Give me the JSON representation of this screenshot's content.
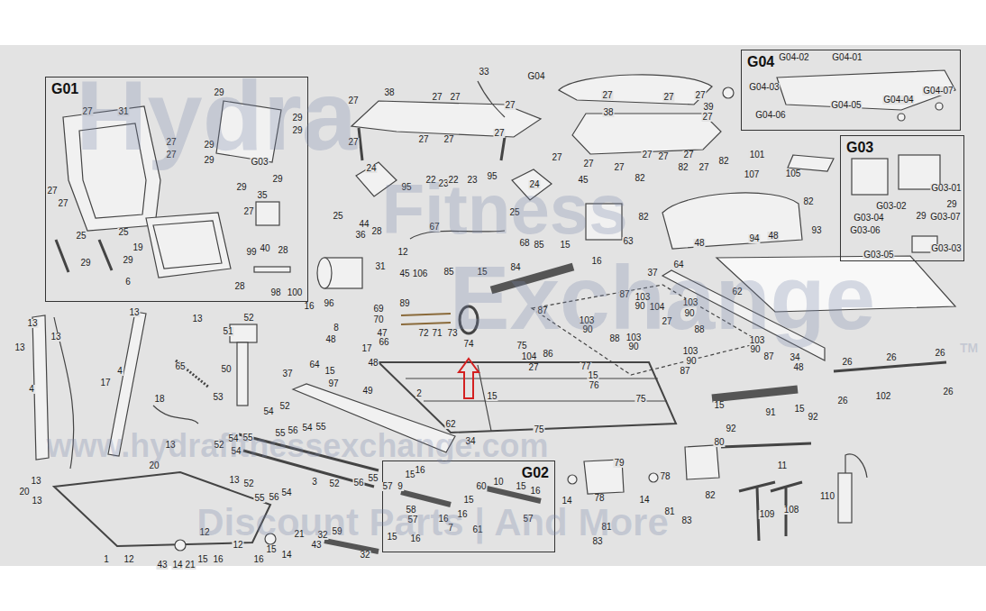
{
  "diagram": {
    "nodes": [
      {
        "text": [
          "G01"
        ]
      },
      {
        "text": [
          "G04"
        ]
      },
      {
        "text": [
          "G03"
        ]
      },
      {
        "text": [
          "G02"
        ]
      }
    ],
    "labels": [
      "27",
      "31",
      "27",
      "27",
      "27",
      "27",
      "25",
      "25",
      "29",
      "29",
      "19",
      "6",
      "29",
      "29",
      "29",
      "29",
      "29",
      "G03",
      "29",
      "29",
      "35",
      "27",
      "99",
      "40",
      "28",
      "28",
      "98",
      "100",
      "33",
      "G04",
      "38",
      "27",
      "27",
      "27",
      "27",
      "27",
      "27",
      "27",
      "27",
      "24",
      "22",
      "23",
      "22",
      "23",
      "95",
      "95",
      "24",
      "45",
      "25",
      "25",
      "44",
      "36",
      "28",
      "67",
      "12",
      "68",
      "85",
      "15",
      "16",
      "63",
      "45",
      "106",
      "31",
      "89",
      "85",
      "15",
      "84",
      "27",
      "27",
      "27",
      "27",
      "38",
      "39",
      "27",
      "27",
      "27",
      "27",
      "27",
      "27",
      "27",
      "82",
      "82",
      "82",
      "107",
      "101",
      "105",
      "82",
      "82",
      "94",
      "48",
      "48",
      "93",
      "64",
      "37",
      "62",
      "G04-02",
      "G04-01",
      "G04-03",
      "G04-05",
      "G04-04",
      "G04-07",
      "G04-06",
      "G03-01",
      "G03-02",
      "29",
      "G03-07",
      "29",
      "G03-04",
      "G03-06",
      "G03-05",
      "G03-03",
      "13",
      "13",
      "13",
      "13",
      "13",
      "4",
      "17",
      "4",
      "65",
      "18",
      "52",
      "51",
      "50",
      "53",
      "54",
      "52",
      "37",
      "64",
      "16",
      "96",
      "8",
      "69",
      "70",
      "47",
      "66",
      "48",
      "17",
      "48",
      "15",
      "97",
      "49",
      "72",
      "71",
      "73",
      "74",
      "75",
      "104",
      "27",
      "86",
      "87",
      "103",
      "90",
      "88",
      "103",
      "90",
      "87",
      "103",
      "90",
      "104",
      "27",
      "103",
      "90",
      "88",
      "103",
      "90",
      "87",
      "103",
      "90",
      "87",
      "77",
      "15",
      "76",
      "34",
      "48",
      "26",
      "26",
      "26",
      "26",
      "26",
      "102",
      "15",
      "2",
      "62",
      "34",
      "75",
      "75",
      "15",
      "91",
      "15",
      "92",
      "92",
      "13",
      "20",
      "13",
      "20",
      "13",
      "13",
      "52",
      "54",
      "55",
      "54",
      "55",
      "56",
      "54",
      "55",
      "52",
      "55",
      "56",
      "54",
      "52",
      "3",
      "56",
      "55",
      "12",
      "1",
      "12",
      "43",
      "14",
      "21",
      "15",
      "16",
      "12",
      "16",
      "15",
      "14",
      "21",
      "43",
      "32",
      "59",
      "32",
      "15",
      "16",
      "57",
      "9",
      "15",
      "16",
      "58",
      "57",
      "16",
      "7",
      "60",
      "15",
      "16",
      "61",
      "10",
      "15",
      "16",
      "57",
      "79",
      "80",
      "14",
      "78",
      "14",
      "78",
      "81",
      "83",
      "82",
      "81",
      "83",
      "11",
      "109",
      "108",
      "110",
      "Hydra",
      "Fitness",
      "Exchange",
      "TM",
      "www.hydrafitnessexchange.com",
      "Discount Parts | And More"
    ]
  }
}
